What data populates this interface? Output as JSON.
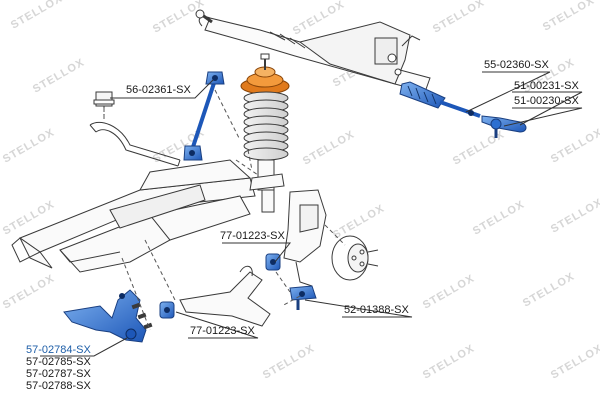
{
  "watermark": {
    "text": "STELLOX"
  },
  "parts": [
    {
      "id": "stabilizer_link",
      "label": "56-02361-SX"
    },
    {
      "id": "steering_rod",
      "label": "55-02360-SX"
    },
    {
      "id": "tie_rod_end_1",
      "label": "51-00231-SX"
    },
    {
      "id": "tie_rod_end_2",
      "label": "51-00230-SX"
    },
    {
      "id": "bushing_upper",
      "label": "77-01223-SX"
    },
    {
      "id": "bushing_lower",
      "label": "77-01223-SX"
    },
    {
      "id": "ball_joint",
      "label": "52-01388-SX"
    },
    {
      "id": "control_arm_1",
      "label": "57-02784-SX"
    },
    {
      "id": "control_arm_2",
      "label": "57-02785-SX"
    },
    {
      "id": "control_arm_3",
      "label": "57-02787-SX"
    },
    {
      "id": "control_arm_4",
      "label": "57-02788-SX"
    }
  ],
  "colors": {
    "highlight": "#2b6fd1",
    "line": "#3a3a3a",
    "watermark": "#d6d6d6",
    "label_blue": "#1f5fa8"
  }
}
